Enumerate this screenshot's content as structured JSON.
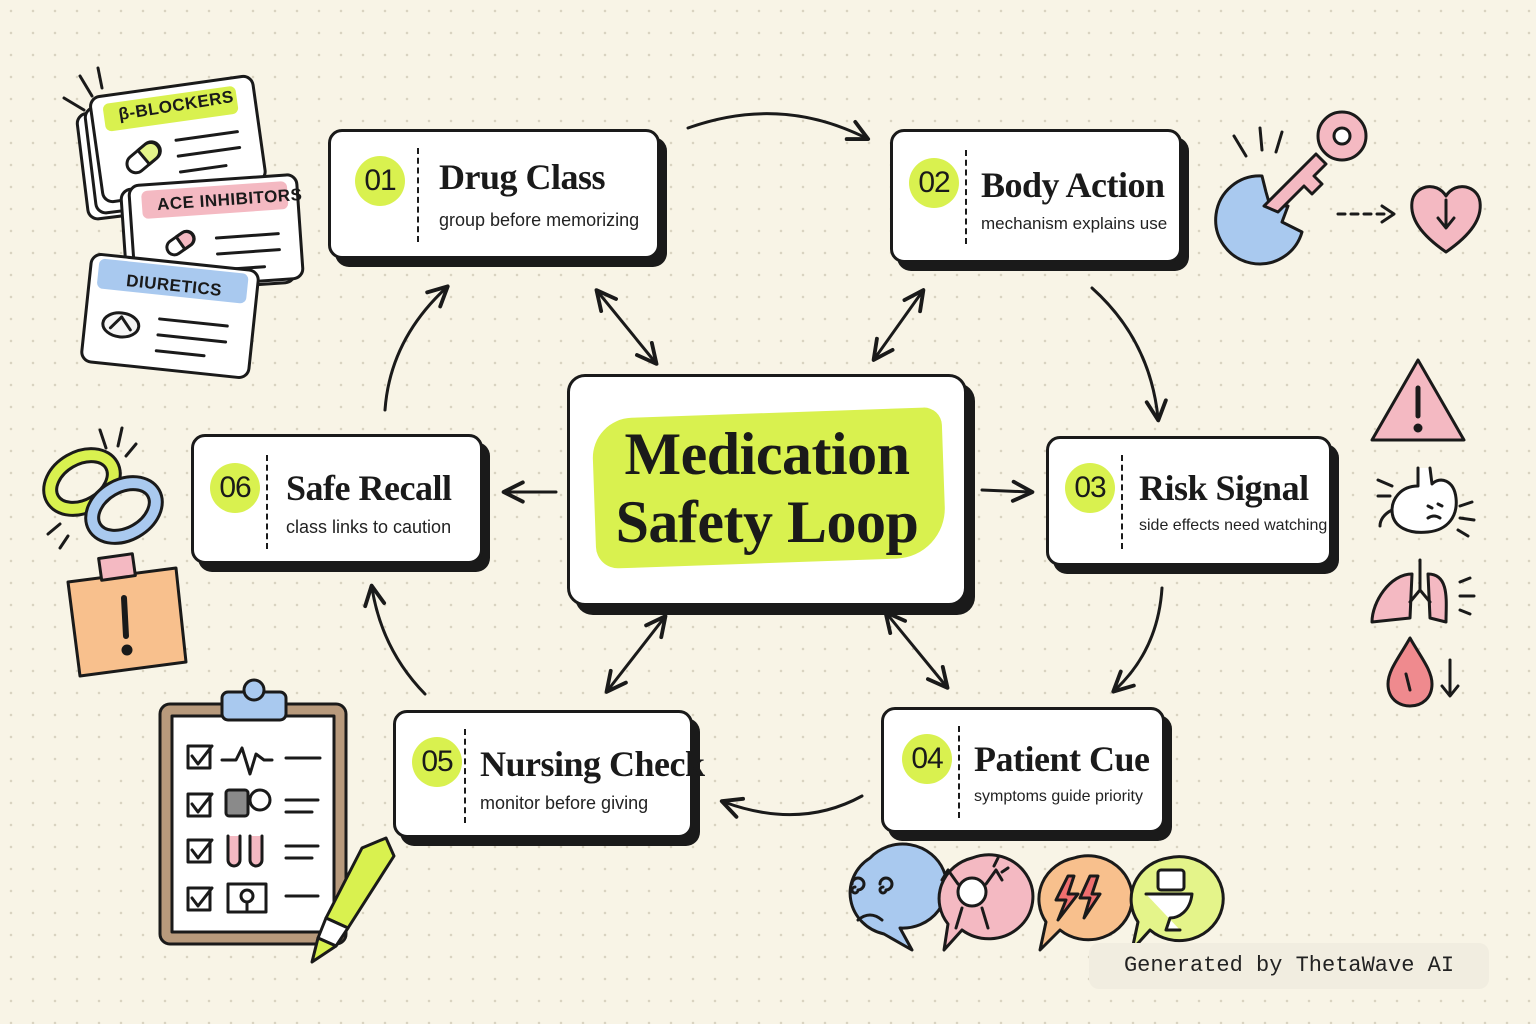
{
  "center": {
    "line1": "Medication",
    "line2": "Safety Loop"
  },
  "nodes": [
    {
      "num": "01",
      "title": "Drug Class",
      "subtitle": "group before memorizing"
    },
    {
      "num": "02",
      "title": "Body Action",
      "subtitle": "mechanism explains use"
    },
    {
      "num": "03",
      "title": "Risk Signal",
      "subtitle": "side effects need watching"
    },
    {
      "num": "04",
      "title": "Patient Cue",
      "subtitle": "symptoms guide priority"
    },
    {
      "num": "05",
      "title": "Nursing Check",
      "subtitle": "monitor before giving"
    },
    {
      "num": "06",
      "title": "Safe Recall",
      "subtitle": "class links to caution"
    }
  ],
  "drug_cards": [
    "β-BLOCKERS",
    "ACE INHIBITORS",
    "DIURETICS"
  ],
  "icons": {
    "cards": "drug-class-cards-icon",
    "receptor": "receptor-key-icon",
    "heart": "heart-down-icon",
    "warning": "warning-triangle-icon",
    "stomach": "stomach-icon",
    "lungs": "lungs-icon",
    "blood": "blood-drop-icon",
    "chain": "chain-link-icon",
    "note": "alert-note-icon",
    "clipboard": "checklist-clipboard-icon",
    "highlighter": "highlighter-icon",
    "dizzy": "dizzy-face-bubble-icon",
    "headache": "headache-bubble-icon",
    "pain": "lightning-pain-bubble-icon",
    "toilet": "toilet-bubble-icon"
  },
  "colors": {
    "accent": "#d9f14f",
    "pink": "#f4b9c2",
    "blue": "#a9c9ef",
    "orange": "#f8c08d",
    "ink": "#1a1a1a"
  },
  "watermark": "Generated by ThetaWave AI"
}
